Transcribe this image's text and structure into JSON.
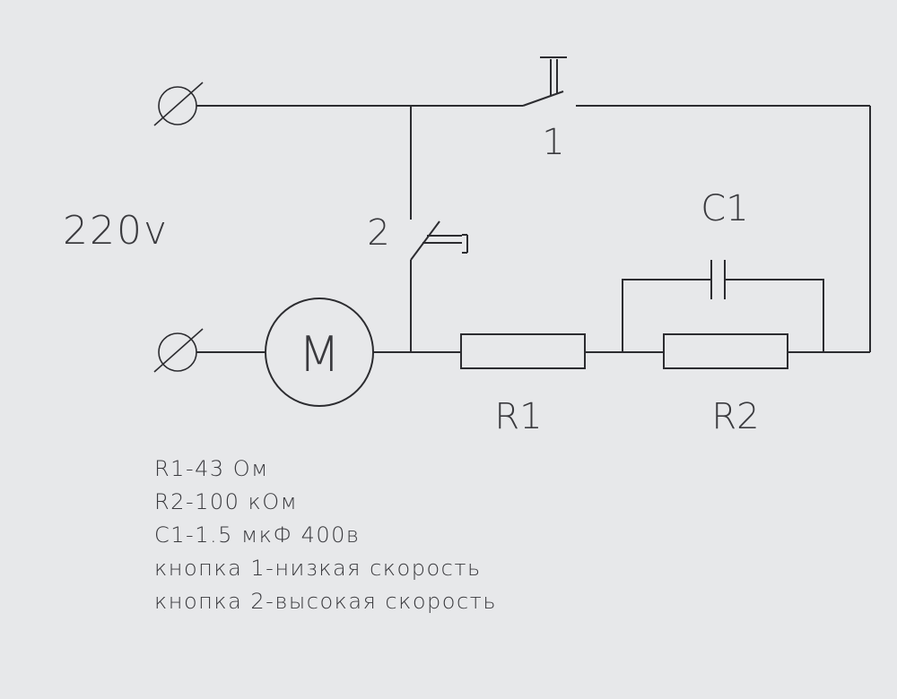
{
  "supply": {
    "voltage_label": "220v"
  },
  "components": {
    "motor_label": "M",
    "r1_label": "R1",
    "r2_label": "R2",
    "c1_label": "C1",
    "button1_label": "1",
    "button2_label": "2"
  },
  "notes": [
    "R1-43 Ом",
    "R2-100 кОм",
    "C1-1.5 мкФ 400в",
    "кнопка 1-низкая скорость",
    "кнопка 2-высокая скорость"
  ],
  "colors": {
    "ink": "#2c2c30",
    "paper": "#e7e8ea"
  }
}
